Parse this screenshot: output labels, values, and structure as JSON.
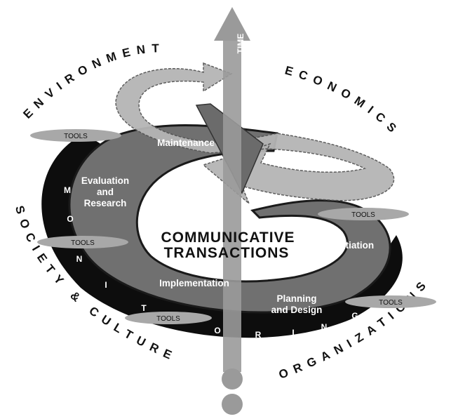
{
  "ring_labels": {
    "environment": "ENVIRONMENT",
    "economics": "ECONOMICS",
    "society_culture": "SOCIETY & CULTURE",
    "organizations": "ORGANIZATIONS"
  },
  "time_label": "TIME",
  "center_lines": [
    "COMMUNICATIVE",
    "TRANSACTIONS"
  ],
  "phases": {
    "maintenance": "Maintenance",
    "evaluation": [
      "Evaluation",
      "and",
      "Research"
    ],
    "initiation": "Initiation",
    "implementation": "Implementation",
    "planning": [
      "Planning",
      "and Design"
    ]
  },
  "tools_label": "TOOLS",
  "monitoring_letters": [
    "M",
    "O",
    "N",
    "I",
    "T",
    "O",
    "R",
    "I",
    "N",
    "G"
  ],
  "colors": {
    "spiral_dark": "#707070",
    "spiral_shadow": "#0d0d0d",
    "arrow_light": "#b5b5b5",
    "tools_oval": "#a8a8a8",
    "time_arrow": "#9a9a9a"
  }
}
